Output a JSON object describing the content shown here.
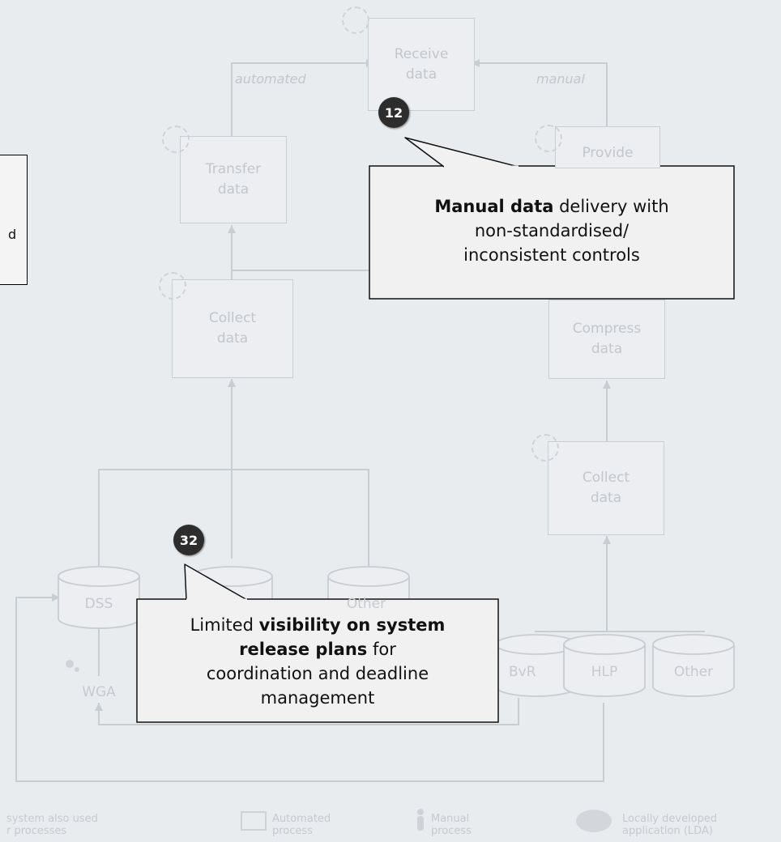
{
  "processes": {
    "receive": [
      "Receive",
      "data"
    ],
    "transfer": [
      "Transfer",
      "data"
    ],
    "provide": [
      "Provide"
    ],
    "collect_left": [
      "Collect",
      "data"
    ],
    "compress": [
      "Compress",
      "data"
    ],
    "collect_right": [
      "Collect",
      "data"
    ]
  },
  "flow_labels": {
    "automated": "automated",
    "manual": "manual"
  },
  "databases": {
    "dss": "DSS",
    "other_left": "Other",
    "wga": "WGA",
    "bvr": "BvR",
    "hlp": "HLP",
    "other_right": "Other"
  },
  "left_box_fragment": "d",
  "callouts": [
    {
      "number": "12",
      "bold": "Manual data",
      "line1_rest": " delivery with",
      "line2": "non-standardised/",
      "line3": "inconsistent controls"
    },
    {
      "number": "32",
      "line1_pre": "Limited ",
      "line1_bold": "visibility on system",
      "line2_bold": "release plans",
      "line2_rest": " for",
      "line3": "coordination and deadline",
      "line4": "management"
    }
  ],
  "legend": [
    {
      "line1": "system also used",
      "line2": "r processes"
    },
    {
      "line1": "Automated",
      "line2": "process"
    },
    {
      "line1": "Manual",
      "line2": "process"
    },
    {
      "line1": "Locally developed",
      "line2": "application (LDA)"
    }
  ],
  "colors": {
    "background": "#e9ecef",
    "faded_line": "#c8cdd2",
    "badge": "#2d2d2d",
    "callout_fill": "#f1f1f1",
    "callout_border": "#111111"
  }
}
